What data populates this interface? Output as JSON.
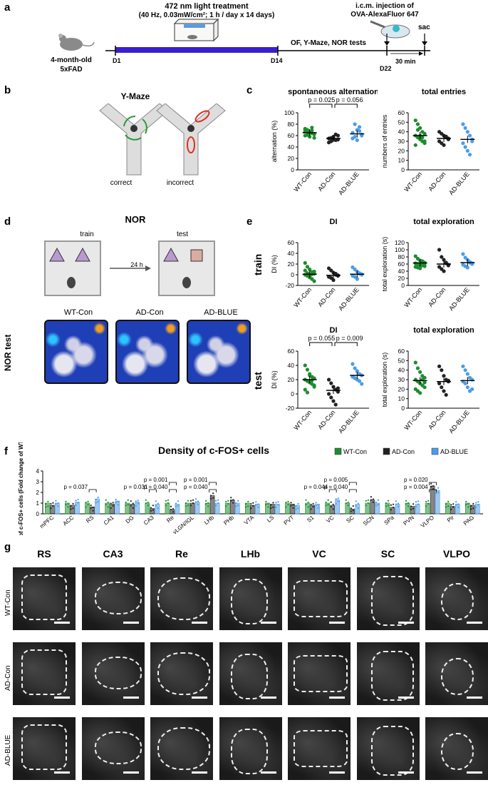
{
  "panels": {
    "a": "a",
    "b": "b",
    "c": "c",
    "d": "d",
    "e": "e",
    "f": "f",
    "g": "g"
  },
  "panel_a": {
    "treatment_title": "472 nm light treatment",
    "treatment_params": "(40 Hz, 0.03mW/cm²; 1 h / day x 14 days)",
    "injection_title": "i.c.m. injection of",
    "injection_agent": "OVA-AlexaFluor 647",
    "mouse_line1": "4-month-old",
    "mouse_line2": "5xFAD",
    "tests": "OF, Y-Maze, NOR tests",
    "interval": "30 min",
    "sac": "sac",
    "d1": "D1",
    "d14": "D14",
    "d22": "D22"
  },
  "panel_b": {
    "title": "Y-Maze",
    "correct": "correct",
    "incorrect": "incorrect"
  },
  "panel_d": {
    "title": "NOR",
    "train": "train",
    "test": "test",
    "delay": "24 h",
    "row_label": "NOR test",
    "groups": [
      "WT-Con",
      "AD-Con",
      "AD-BLUE"
    ]
  },
  "colors": {
    "wt": "#1e8c2e",
    "ad": "#222222",
    "blue": "#4a9de8",
    "light_bar": "#3a1fd0"
  },
  "groups": [
    "WT-Con",
    "AD-Con",
    "AD-BLUE"
  ],
  "chart_data": [
    {
      "type": "scatter",
      "title": "spontaneous alternation",
      "ylabel": "alternation (%)",
      "ylim": [
        0,
        100
      ],
      "yticks": [
        0,
        20,
        40,
        60,
        80,
        100
      ],
      "categories": [
        "WT-Con",
        "AD-Con",
        "AD-BLUE"
      ],
      "means": [
        65,
        55,
        63
      ],
      "annotations": [
        "p = 0.025",
        "p = 0.056"
      ],
      "points": [
        [
          72,
          68,
          66,
          64,
          62,
          60,
          70,
          58,
          74,
          63,
          67,
          61,
          65,
          69,
          56,
          71
        ],
        [
          55,
          50,
          58,
          52,
          60,
          48,
          56,
          54,
          62,
          53
        ],
        [
          65,
          58,
          70,
          75,
          60,
          55,
          80,
          52,
          68,
          62
        ]
      ]
    },
    {
      "type": "scatter",
      "title": "total entries",
      "ylabel": "numbers of entries",
      "ylim": [
        0,
        60
      ],
      "yticks": [
        0,
        10,
        20,
        30,
        40,
        50,
        60
      ],
      "categories": [
        "WT-Con",
        "AD-Con",
        "AD-BLUE"
      ],
      "means": [
        36,
        33,
        32
      ],
      "points": [
        [
          52,
          48,
          44,
          40,
          38,
          36,
          34,
          32,
          30,
          28,
          26,
          42,
          36,
          34,
          30
        ],
        [
          40,
          38,
          36,
          34,
          32,
          30,
          28,
          26,
          35,
          33
        ],
        [
          48,
          44,
          40,
          36,
          32,
          28,
          24,
          20,
          16,
          30
        ]
      ]
    },
    {
      "type": "scatter",
      "title": "DI",
      "ylabel": "DI (%)",
      "ylim": [
        -20,
        60
      ],
      "yticks": [
        -20,
        0,
        20,
        40,
        60
      ],
      "categories": [
        "WT-Con",
        "AD-Con",
        "AD-BLUE"
      ],
      "means": [
        1,
        -1,
        1
      ],
      "points": [
        [
          22,
          15,
          10,
          5,
          2,
          0,
          -2,
          -5,
          -8,
          -12,
          8,
          3,
          -3,
          1,
          6
        ],
        [
          12,
          8,
          4,
          0,
          -2,
          -4,
          -6,
          -10,
          2,
          -1
        ],
        [
          14,
          10,
          6,
          3,
          0,
          -2,
          -4,
          -8,
          2,
          1
        ]
      ]
    },
    {
      "type": "scatter",
      "title": "total exploration",
      "ylabel": "total exploration (s)",
      "ylim": [
        0,
        120
      ],
      "yticks": [
        0,
        20,
        40,
        60,
        80,
        100,
        120
      ],
      "categories": [
        "WT-Con",
        "AD-Con",
        "AD-BLUE"
      ],
      "means": [
        63,
        60,
        64
      ],
      "points": [
        [
          82,
          75,
          70,
          66,
          64,
          62,
          60,
          58,
          56,
          54,
          52,
          50,
          48,
          68,
          61
        ],
        [
          100,
          80,
          72,
          64,
          58,
          52,
          46,
          40,
          62,
          56
        ],
        [
          88,
          78,
          72,
          66,
          62,
          58,
          54,
          50,
          64,
          60
        ]
      ]
    },
    {
      "type": "scatter",
      "title": "DI",
      "ylabel": "DI (%)",
      "ylim": [
        -20,
        60
      ],
      "yticks": [
        -20,
        0,
        20,
        40,
        60
      ],
      "categories": [
        "WT-Con",
        "AD-Con",
        "AD-BLUE"
      ],
      "means": [
        20,
        5,
        26
      ],
      "annotations": [
        "p = 0.055",
        "p = 0.009"
      ],
      "points": [
        [
          40,
          34,
          28,
          24,
          22,
          20,
          18,
          16,
          14,
          10,
          6,
          2,
          26,
          19,
          12
        ],
        [
          20,
          15,
          10,
          6,
          3,
          0,
          -5,
          -10,
          -15,
          8
        ],
        [
          42,
          36,
          32,
          28,
          26,
          24,
          22,
          20,
          18,
          14
        ]
      ]
    },
    {
      "type": "scatter",
      "title": "total exploration",
      "ylabel": "total exploration (s)",
      "ylim": [
        0,
        60
      ],
      "yticks": [
        0,
        10,
        20,
        30,
        40,
        50,
        60
      ],
      "categories": [
        "WT-Con",
        "AD-Con",
        "AD-BLUE"
      ],
      "means": [
        29,
        28,
        29
      ],
      "points": [
        [
          48,
          42,
          38,
          34,
          32,
          30,
          28,
          26,
          24,
          22,
          20,
          18,
          16,
          30,
          27
        ],
        [
          44,
          40,
          34,
          30,
          28,
          26,
          22,
          18,
          14,
          29
        ],
        [
          44,
          40,
          36,
          32,
          30,
          28,
          26,
          22,
          18,
          20
        ]
      ]
    },
    {
      "type": "bar",
      "title": "Density of c-FOS+ cells",
      "ylabel": "Density of c-FOS+ cells (Fold change of WT-Con)",
      "ylim": [
        0,
        4
      ],
      "yticks": [
        0,
        1,
        2,
        3,
        4
      ],
      "categories": [
        "mPFC",
        "ACC",
        "RS",
        "CA1",
        "DG",
        "CA3",
        "Re",
        "vLGN/IGL",
        "LHb",
        "PHb",
        "VTA",
        "LS",
        "PVT",
        "S1",
        "VC",
        "SC",
        "SCN",
        "SPa",
        "PVN",
        "VLPO",
        "Pir",
        "PAG"
      ],
      "series": [
        {
          "name": "WT-Con",
          "values": [
            1,
            1,
            1,
            1,
            1,
            1,
            1,
            1,
            1,
            1,
            1,
            1,
            1,
            1,
            1,
            1,
            1,
            1,
            1,
            1,
            1,
            1
          ]
        },
        {
          "name": "AD-Con",
          "values": [
            0.8,
            0.8,
            0.65,
            0.9,
            0.9,
            0.5,
            0.4,
            1.0,
            1.7,
            1.3,
            0.8,
            0.9,
            0.9,
            0.8,
            0.8,
            0.45,
            1.3,
            0.6,
            0.7,
            2.6,
            0.7,
            0.8
          ]
        },
        {
          "name": "AD-BLUE",
          "values": [
            1.0,
            1.1,
            1.4,
            1.2,
            1.1,
            0.9,
            0.9,
            1.1,
            1.0,
            1.0,
            0.9,
            0.9,
            0.8,
            0.9,
            1.3,
            0.9,
            1.0,
            0.9,
            0.9,
            2.2,
            0.9,
            0.9
          ]
        }
      ],
      "annotations": [
        {
          "cat": "RS",
          "text": "p = 0.037"
        },
        {
          "cat": "CA3",
          "text": "p = 0.031"
        },
        {
          "cat": "Re",
          "text": "p = 0.040"
        },
        {
          "cat": "Re",
          "text": "p = 0.001"
        },
        {
          "cat": "LHb",
          "text": "p = 0.040"
        },
        {
          "cat": "LHb",
          "text": "p = 0.001"
        },
        {
          "cat": "VC",
          "text": "p = 0.044"
        },
        {
          "cat": "SC",
          "text": "p = 0.040"
        },
        {
          "cat": "SC",
          "text": "p = 0.005"
        },
        {
          "cat": "VLPO",
          "text": "p = 0.004"
        },
        {
          "cat": "VLPO",
          "text": "p = 0.020"
        }
      ]
    }
  ],
  "row_labels": {
    "train": "train",
    "test": "test"
  },
  "panel_g": {
    "regions": [
      "RS",
      "CA3",
      "Re",
      "LHb",
      "VC",
      "SC",
      "VLPO"
    ],
    "rows": [
      "WT-Con",
      "AD-Con",
      "AD-BLUE"
    ]
  }
}
